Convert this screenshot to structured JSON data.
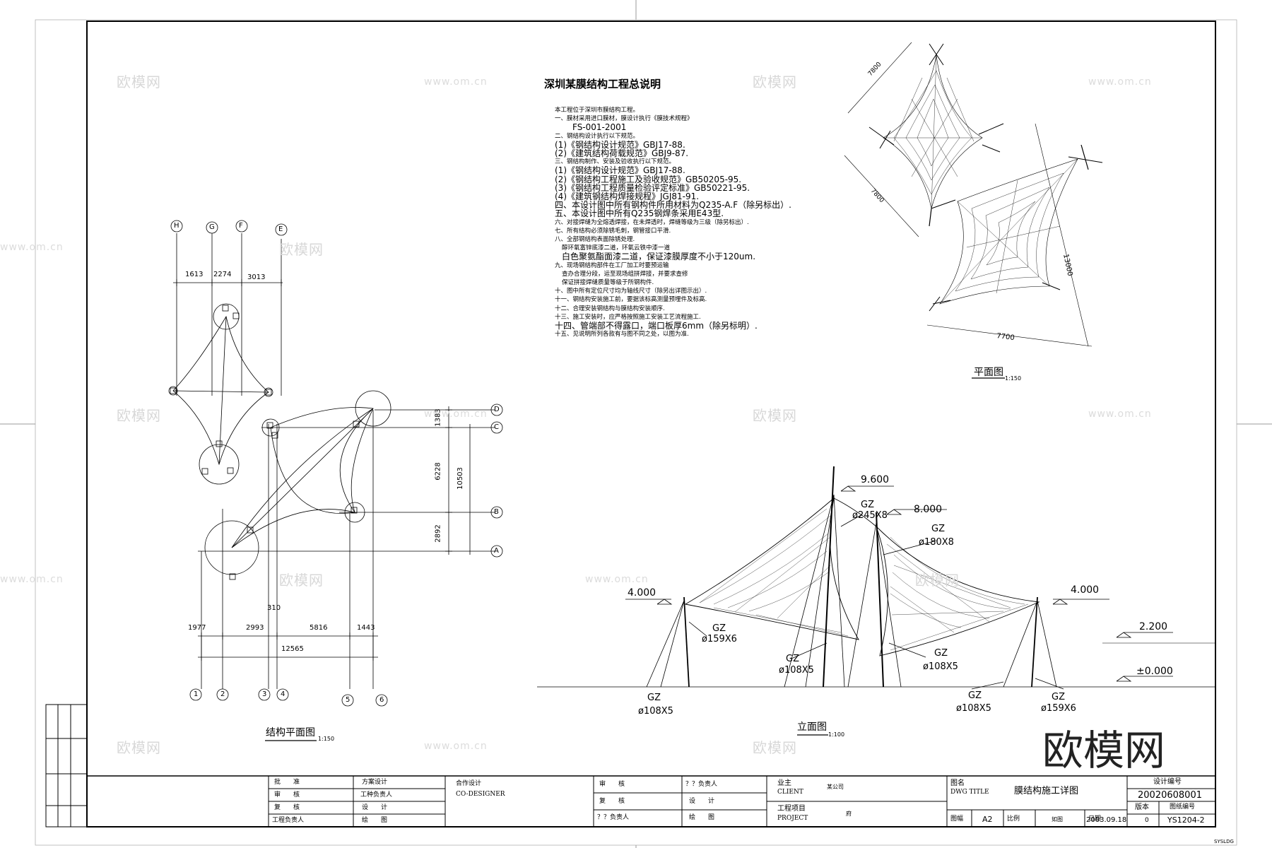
{
  "notes_title": "深圳某膜结构工程总说明",
  "notes": [
    "本工程位于深圳市膜结构工程。",
    "一、膜材采用进口膜材，膜设计执行《膜技术规程》",
    "FS-001-2001",
    "二、钢结构设计执行以下规范。",
    "(1)《钢结构设计规范》GBJ17-88.",
    "(2)《建筑结构荷载规范》GBJ9-87.",
    "三、钢结构制作、安装及验收执行以下规范。",
    "(1)《钢结构设计规范》GBJ17-88.",
    "(2)《钢结构工程施工及验收规范》GB50205-95.",
    "(3)《钢结构工程质量检验评定标准》GB50221-95.",
    "(4)《建筑钢结构焊接规程》JGJ81-91.",
    "四、本设计图中所有钢构件所用材料为Q235-A.F（除另标出）.",
    "五、本设计图中所有Q235钢焊条采用E43型.",
    "六、对接焊缝为全熔透焊接，在未焊透时，焊缝等级为三级（除另标出）.",
    "七、所有结构必须除锈毛刺，钢管接口平滑.",
    "八、全部钢结构表面除锈处理.",
    "醇环氧富锌底漆二道，环氧云铁中漆一道",
    "白色聚氨酯面漆二道，保证漆膜厚度不小于120um.",
    "九、现场钢结构部件在工厂加工时要预运输",
    "查办合理分段，运至现场组拼焊接，并要求查修",
    "保证拼接焊缝质量等级于所钢构件.",
    "十、图中所有定位尺寸均为轴线尺寸（除另出详图示出）.",
    "十一、钢结构安装施工前，要据该标高测量预埋件及标高.",
    "十二、合理安装钢结构与膜结构安装顺序.",
    "十三、施工安装时，应严格按照施工安装工艺流程施工.",
    "十四、管端部不得露口，端口板厚6mm（除另标明）.",
    "十五、见说明所列各款有与图不同之处，以图为准."
  ],
  "plan_view": {
    "title": "平面图",
    "scale": "1:150",
    "dims": [
      "7800",
      "7800",
      "13000",
      "7700"
    ]
  },
  "structural_plan": {
    "title": "结构平面图",
    "scale": "1:150",
    "top_axes": [
      "H",
      "G",
      "F",
      "E"
    ],
    "top_dims": [
      "1613",
      "2274",
      "3013"
    ],
    "right_axes": [
      "D",
      "C",
      "B",
      "A"
    ],
    "right_dims": [
      "1383",
      "6228",
      "2892",
      "10503"
    ],
    "bottom_axes": [
      "1",
      "2",
      "3",
      "4",
      "5",
      "6"
    ],
    "bottom_dims": [
      "1977",
      "2993",
      "5816",
      "1443"
    ],
    "bottom_total": "12565",
    "extra": "310"
  },
  "elevation": {
    "title": "立面图",
    "scale": "1:100",
    "levels": [
      "9.600",
      "8.000",
      "4.000",
      "4.000",
      "2.200",
      "±0.000"
    ],
    "members": [
      {
        "type": "GZ",
        "size": "ø245X8"
      },
      {
        "type": "GZ",
        "size": "ø180X8"
      },
      {
        "type": "GZ",
        "size": "ø159X6"
      },
      {
        "type": "GZ",
        "size": "ø108X5"
      },
      {
        "type": "GZ",
        "size": "ø108X5"
      },
      {
        "type": "GZ",
        "size": "ø108X5"
      },
      {
        "type": "GZ",
        "size": "ø108X5"
      },
      {
        "type": "GZ",
        "size": "ø159X6"
      }
    ]
  },
  "watermarks": {
    "brand": "欧模网",
    "url": "www.om.cn",
    "logo": "欧模网"
  },
  "title_block": {
    "approve": "批　　准",
    "review": "审　　核",
    "recheck": "复　　核",
    "engineer": "工程负责人",
    "scheme": "方案设计",
    "discipline": "工种负责人",
    "design": "设　　计",
    "drawing": "绘　　图",
    "co_design": "合作设计",
    "co_designer": "CO-DESIGNER",
    "review2": "审　　核",
    "recheck2": "复　　核",
    "lead_q": "？？负责人",
    "lead_q2": "？？负责人",
    "design2": "设　　计",
    "drawing2": "绘　　图",
    "owner": "业主",
    "client": "CLIENT",
    "client_val": "某公司",
    "project": "工程项目",
    "project_en": "PROJECT",
    "project_val": "府",
    "dwg_name": "图名",
    "dwg_title": "DWG TITLE",
    "dwg_title_val": "膜结构施工详图",
    "size_lbl": "图幅",
    "size_val": "A2",
    "scale_lbl": "比例",
    "scale_val": "如图",
    "date_lbl": "日期",
    "date_val": "2003.09.18",
    "design_no_lbl": "设计编号",
    "design_no": "20020608001",
    "rev_lbl": "版本",
    "rev_val": "0",
    "sheet_lbl": "图纸编号",
    "sheet_val": "YS1204-2",
    "corner": "SYSLDG"
  }
}
